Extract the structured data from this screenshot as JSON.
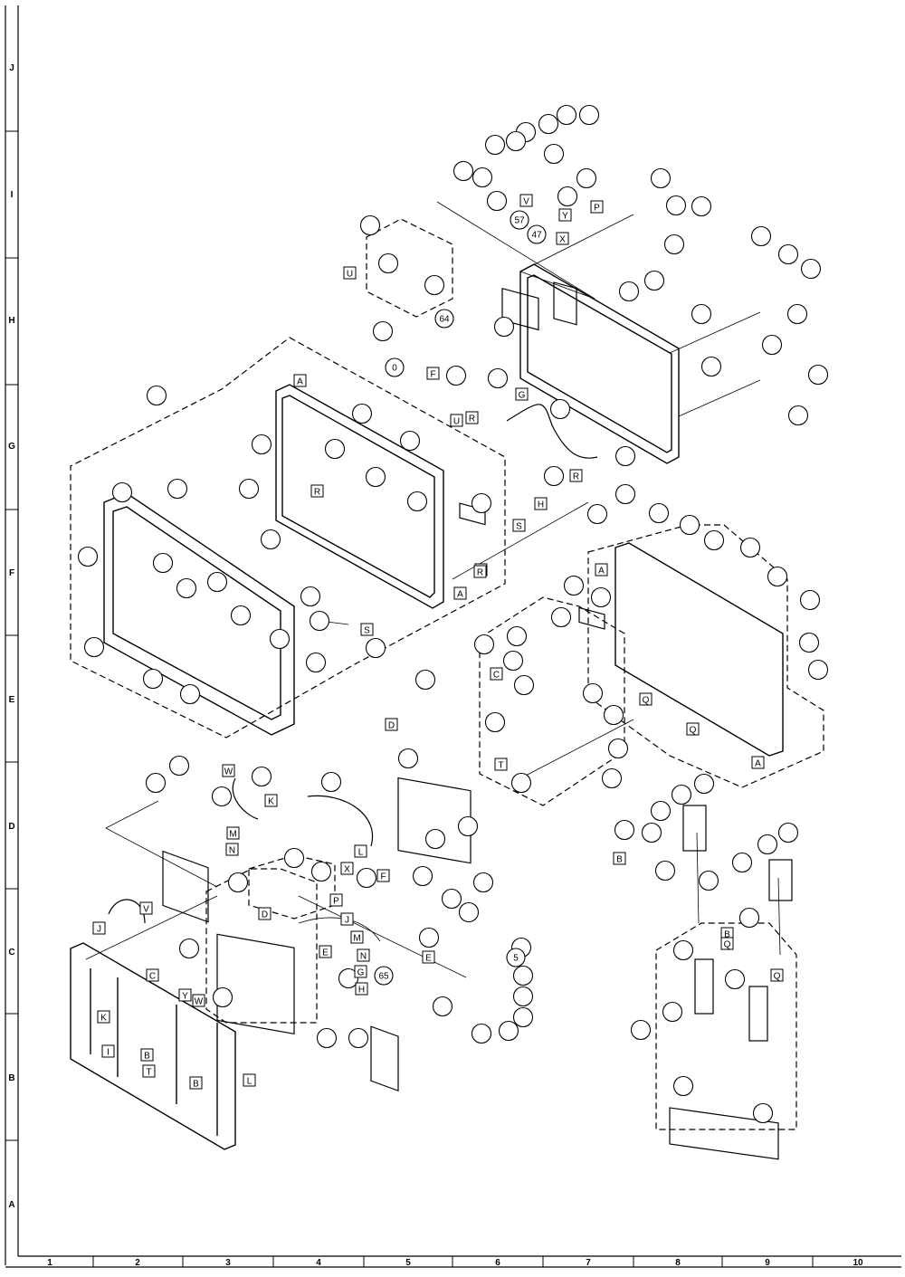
{
  "grid": {
    "row_labels": [
      "J",
      "I",
      "H",
      "G",
      "F",
      "E",
      "D",
      "C",
      "B",
      "A"
    ],
    "col_labels": [
      "1",
      "2",
      "3",
      "4",
      "5",
      "6",
      "7",
      "8",
      "9",
      "10"
    ]
  },
  "callouts": [
    {
      "key": "A1",
      "label": "A"
    },
    {
      "key": "A2",
      "label": "A"
    },
    {
      "key": "A3",
      "label": "A"
    },
    {
      "key": "A4",
      "label": "A"
    },
    {
      "key": "B1",
      "label": "B"
    },
    {
      "key": "B2",
      "label": "B"
    },
    {
      "key": "B3",
      "label": "B"
    },
    {
      "key": "B4",
      "label": "B"
    },
    {
      "key": "C1",
      "label": "C"
    },
    {
      "key": "C2",
      "label": "C"
    },
    {
      "key": "D1",
      "label": "D"
    },
    {
      "key": "D2",
      "label": "D"
    },
    {
      "key": "E1",
      "label": "E"
    },
    {
      "key": "E2",
      "label": "E"
    },
    {
      "key": "F1",
      "label": "F"
    },
    {
      "key": "F2",
      "label": "F"
    },
    {
      "key": "F3",
      "label": "F"
    },
    {
      "key": "G1",
      "label": "G"
    },
    {
      "key": "G2",
      "label": "G"
    },
    {
      "key": "H1",
      "label": "H"
    },
    {
      "key": "H2",
      "label": "H"
    },
    {
      "key": "I1",
      "label": "I"
    },
    {
      "key": "J1",
      "label": "J"
    },
    {
      "key": "J2",
      "label": "J"
    },
    {
      "key": "K1",
      "label": "K"
    },
    {
      "key": "K2",
      "label": "K"
    },
    {
      "key": "L1",
      "label": "L"
    },
    {
      "key": "L2",
      "label": "L"
    },
    {
      "key": "M1",
      "label": "M"
    },
    {
      "key": "M2",
      "label": "M"
    },
    {
      "key": "N1",
      "label": "N"
    },
    {
      "key": "N2",
      "label": "N"
    },
    {
      "key": "P1",
      "label": "P"
    },
    {
      "key": "P2",
      "label": "P"
    },
    {
      "key": "Q1",
      "label": "Q"
    },
    {
      "key": "Q2",
      "label": "Q"
    },
    {
      "key": "Q3",
      "label": "Q"
    },
    {
      "key": "Q4",
      "label": "Q"
    },
    {
      "key": "R1",
      "label": "R"
    },
    {
      "key": "R2",
      "label": "R"
    },
    {
      "key": "R3",
      "label": "R"
    },
    {
      "key": "R4",
      "label": "R"
    },
    {
      "key": "S1",
      "label": "S"
    },
    {
      "key": "S2",
      "label": "S"
    },
    {
      "key": "T1",
      "label": "T"
    },
    {
      "key": "T2",
      "label": "T"
    },
    {
      "key": "U1",
      "label": "U"
    },
    {
      "key": "U2",
      "label": "U"
    },
    {
      "key": "V1",
      "label": "V"
    },
    {
      "key": "V2",
      "label": "V"
    },
    {
      "key": "W1",
      "label": "W"
    },
    {
      "key": "W2",
      "label": "W"
    },
    {
      "key": "X1",
      "label": "X"
    },
    {
      "key": "X2",
      "label": "X"
    },
    {
      "key": "Y1",
      "label": "Y"
    },
    {
      "key": "Y2",
      "label": "Y"
    }
  ],
  "numbered_parts": [
    {
      "key": "n64",
      "label": "64"
    },
    {
      "key": "n57",
      "label": "57"
    },
    {
      "key": "n47",
      "label": "47"
    },
    {
      "key": "n65",
      "label": "65"
    },
    {
      "key": "n60",
      "label": "0"
    },
    {
      "key": "n5",
      "label": "5"
    }
  ]
}
